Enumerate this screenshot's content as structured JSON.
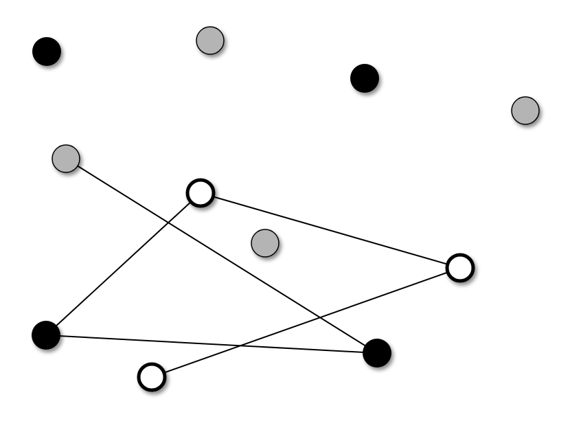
{
  "colors": {
    "background": "#ffffff",
    "black_node": "#000000",
    "gray_node": "#b4b4b4",
    "white_node": "#ffffff",
    "outline": "#000000",
    "edge": "#000000"
  },
  "nodes": [
    {
      "id": "n1",
      "style": "black"
    },
    {
      "id": "n2",
      "style": "gray"
    },
    {
      "id": "n3",
      "style": "black"
    },
    {
      "id": "n4",
      "style": "gray"
    },
    {
      "id": "n5",
      "style": "gray"
    },
    {
      "id": "n6",
      "style": "white"
    },
    {
      "id": "n7",
      "style": "gray"
    },
    {
      "id": "n8",
      "style": "white"
    },
    {
      "id": "n9",
      "style": "black"
    },
    {
      "id": "n10",
      "style": "black"
    },
    {
      "id": "n11",
      "style": "white"
    }
  ],
  "edges": [
    {
      "from": "n5",
      "to": "n10"
    },
    {
      "from": "n6",
      "to": "n9"
    },
    {
      "from": "n6",
      "to": "n8"
    },
    {
      "from": "n8",
      "to": "n11"
    },
    {
      "from": "n9",
      "to": "n10"
    }
  ]
}
